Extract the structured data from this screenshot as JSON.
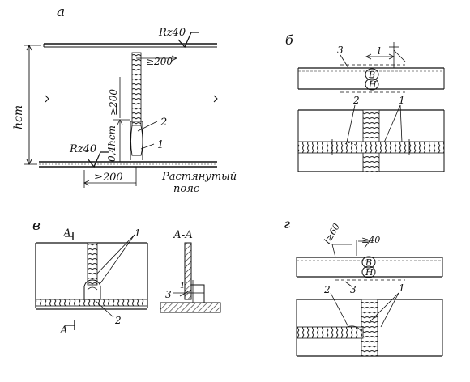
{
  "panels": {
    "a": {
      "letter": "a",
      "rz_top": "Rz40",
      "rz_bottom": "Rz40",
      "dim_top": "≥200",
      "dim_vertical": "≥200",
      "dim_vertical_2": "0,4hст",
      "dim_bottom": "≥200",
      "h_label": "hст",
      "callout_1": "1",
      "callout_2": "2",
      "caption_line1": "Растянутый",
      "caption_line2": "пояс"
    },
    "b": {
      "letter": "б",
      "callout_3": "3",
      "callout_l": "l",
      "callout_2": "2",
      "callout_1": "1"
    },
    "v": {
      "letter": "в",
      "section_a_top": "А",
      "section_a_bottom": "А",
      "section_title": "А-А",
      "callout_1": "1",
      "callout_2": "2",
      "callout_3": "3"
    },
    "g": {
      "letter": "г",
      "callout_l60": "l≥60",
      "callout_40": "≥40",
      "callout_3": "3",
      "callout_2": "2",
      "callout_1": "1"
    }
  }
}
